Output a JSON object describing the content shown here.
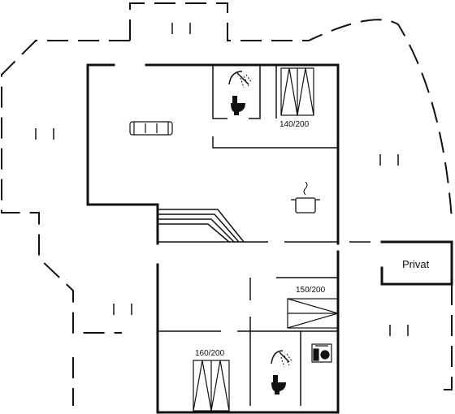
{
  "floorplan": {
    "bed_labels": [
      "140/200",
      "150/200",
      "160/200"
    ],
    "annex_label": "Privat",
    "icons": [
      "sofa-icon",
      "shower-icon",
      "toilet-icon",
      "cooking-pot-icon",
      "bed-icon",
      "washing-machine-icon"
    ],
    "line_color": "#111111",
    "background": "#ffffff"
  }
}
